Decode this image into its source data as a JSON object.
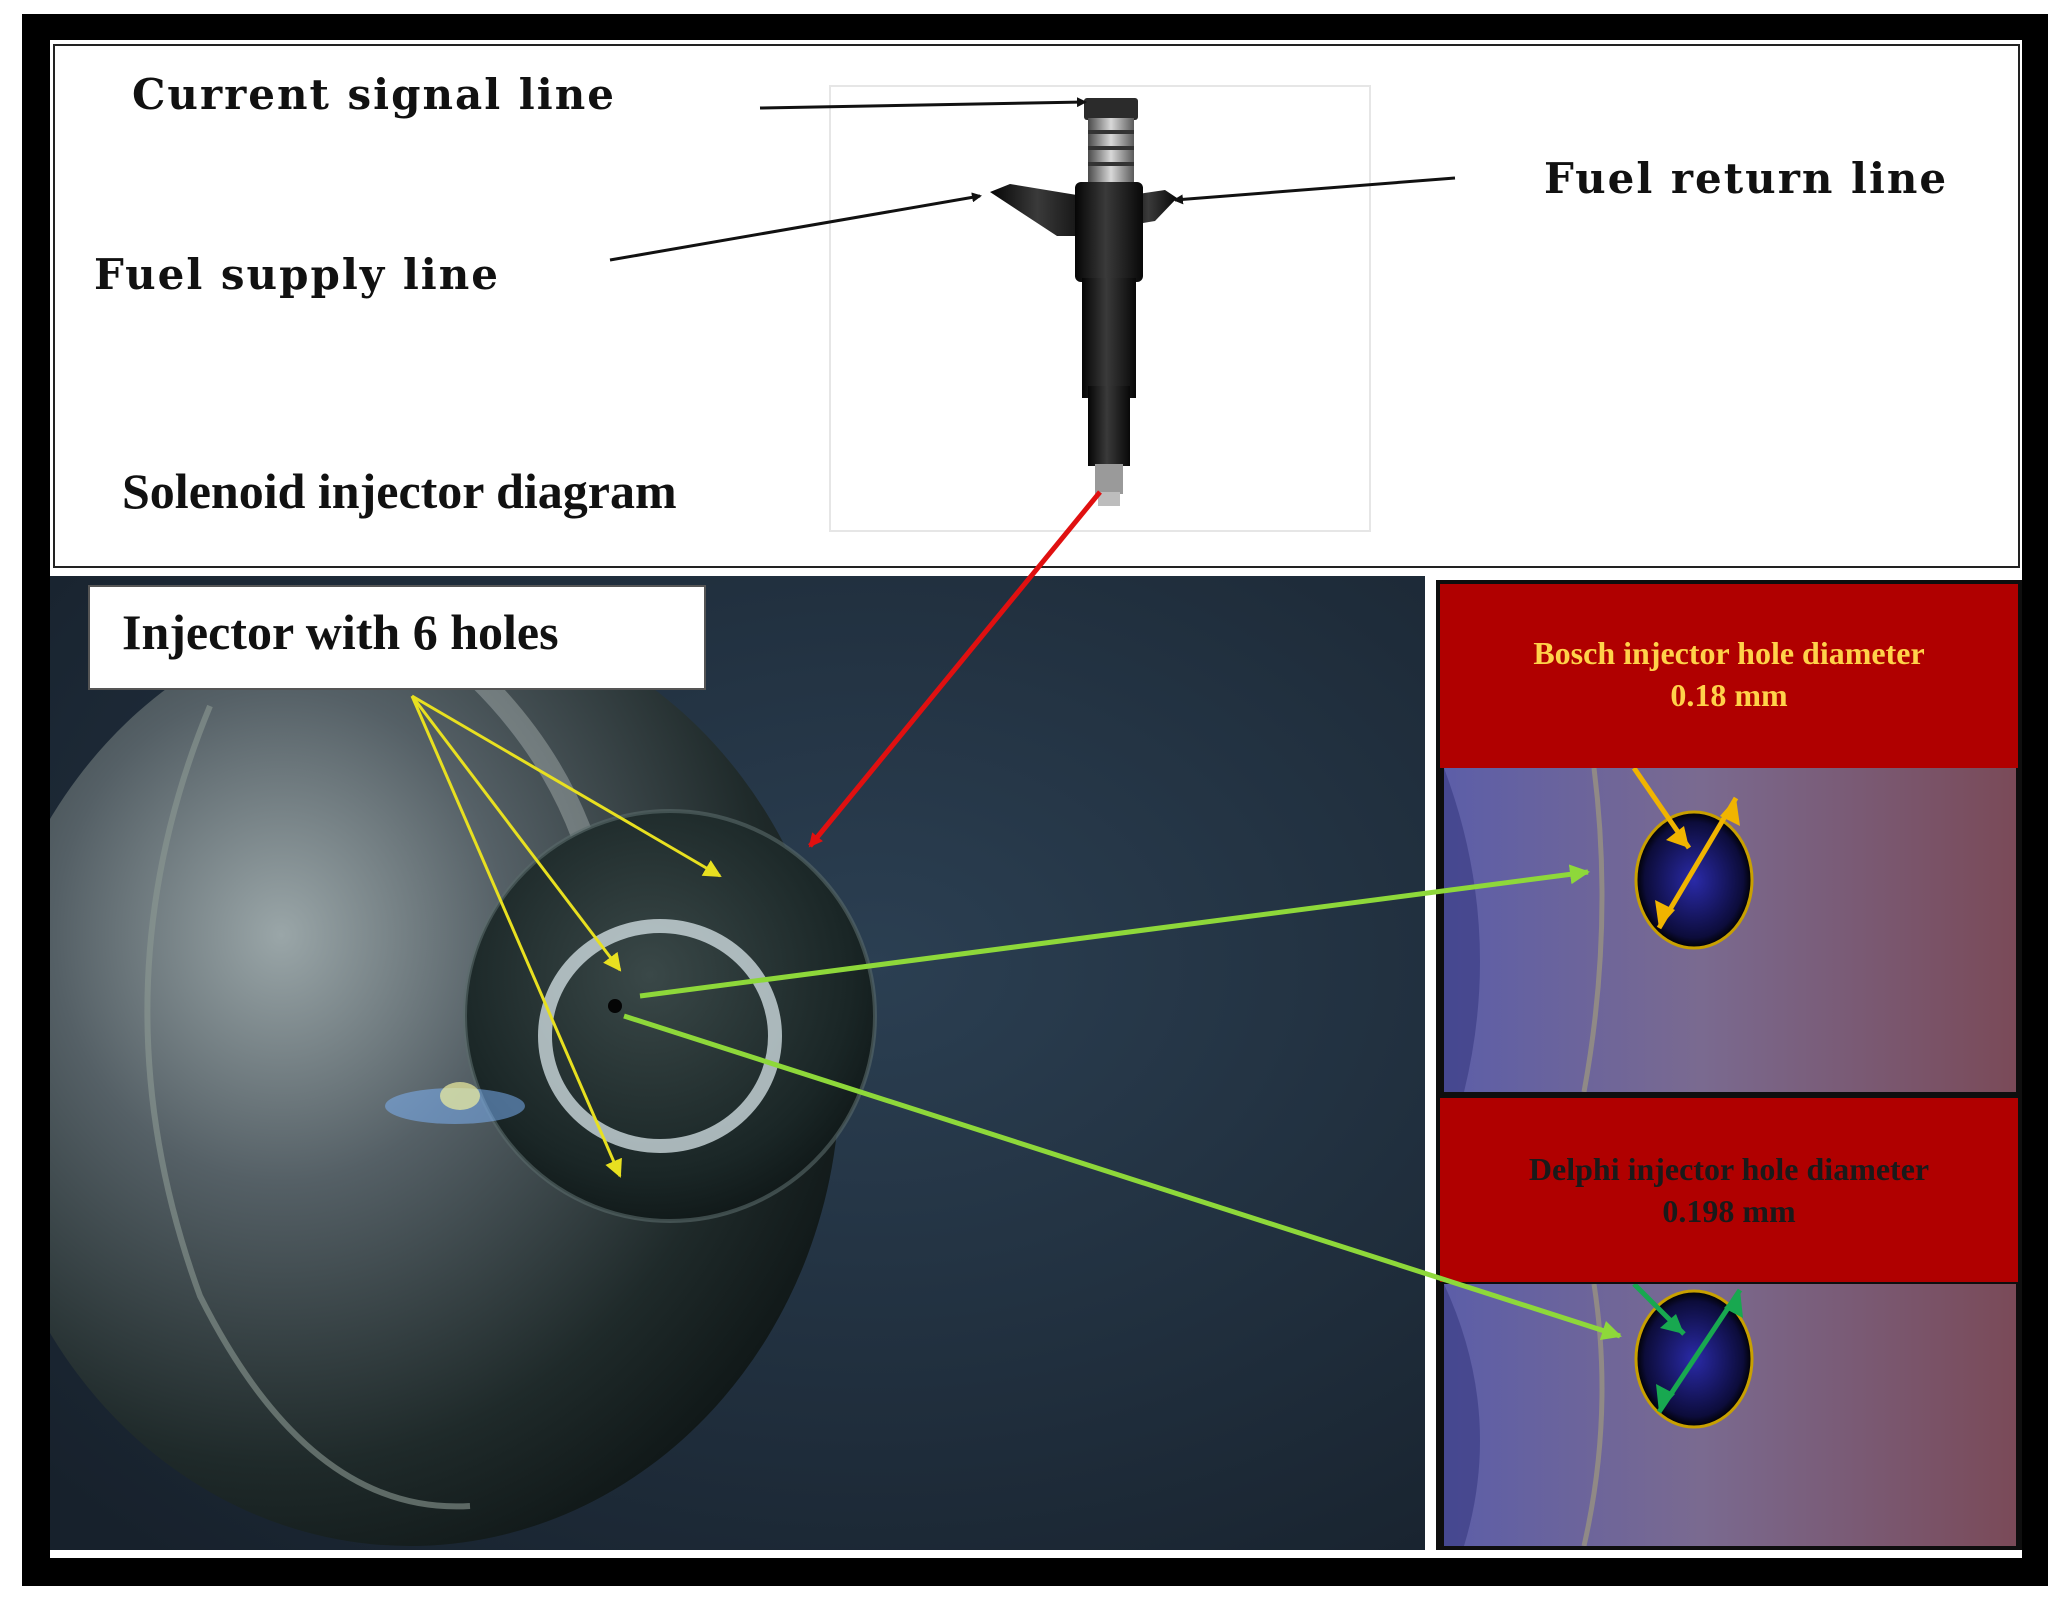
{
  "labels": {
    "current_signal_line": "Current signal line",
    "fuel_return_line": "Fuel return line",
    "fuel_supply_line": "Fuel  supply line",
    "solenoid_diagram": "Solenoid injector diagram",
    "injector_holes": "Injector with 6 holes"
  },
  "bosch": {
    "title": "Bosch injector hole diameter",
    "value": "0.18 mm"
  },
  "delphi": {
    "title": "Delphi injector hole diameter",
    "value": "0.198 mm"
  },
  "colors": {
    "red_box": "#b00000",
    "bosch_text": "#ffd24a",
    "delphi_text": "#1a1a1a",
    "pointer_red": "#e01010",
    "pointer_yellow": "#e8e020",
    "pointer_green": "#8ed83a",
    "bosch_arrow": "#f0b400",
    "delphi_arrow": "#18a850"
  }
}
